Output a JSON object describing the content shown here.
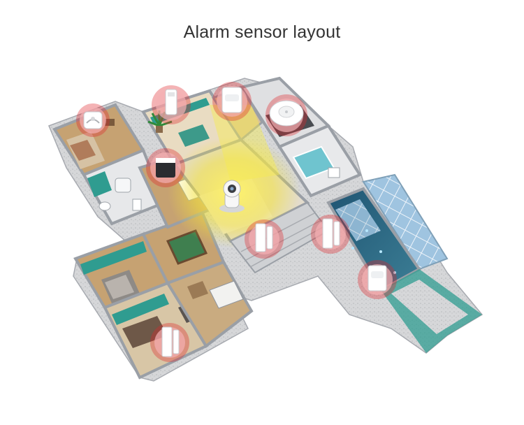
{
  "title": "Alarm sensor layout",
  "colors": {
    "wall": "#b8bcc3",
    "wall_dark": "#8f949c",
    "floor_wood": "#c9a877",
    "floor_tile": "#e6e4df",
    "teal": "#2f9c90",
    "glass": "#8fb8d8",
    "pool": "#2d5f7a",
    "sensor_ring": "#e0242c",
    "camera_glow": "#f5e63a"
  },
  "sensors": [
    {
      "id": "pir-bedroom-1",
      "icon": "pir-motion-sensor-icon"
    },
    {
      "id": "door-sensor-living",
      "icon": "door-window-sensor-icon"
    },
    {
      "id": "pir-upper-hall",
      "icon": "pir-motion-sensor-icon"
    },
    {
      "id": "smoke-detector-kitchen",
      "icon": "smoke-detector-icon"
    },
    {
      "id": "siren-hall",
      "icon": "siren-icon"
    },
    {
      "id": "door-sensor-center",
      "icon": "door-window-sensor-icon"
    },
    {
      "id": "door-sensor-pool",
      "icon": "door-window-sensor-icon"
    },
    {
      "id": "pir-pool",
      "icon": "pir-motion-sensor-icon"
    },
    {
      "id": "door-sensor-lounge",
      "icon": "door-window-sensor-icon"
    }
  ],
  "camera": {
    "icon": "ip-camera-icon"
  }
}
